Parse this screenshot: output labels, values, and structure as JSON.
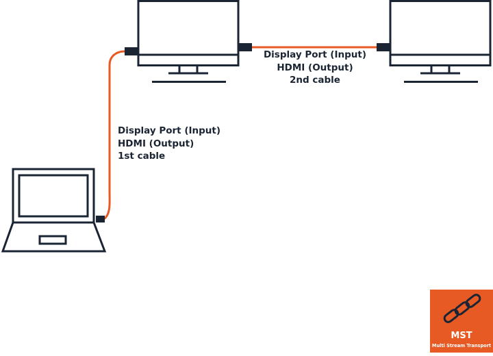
{
  "colors": {
    "outline": "#1a2433",
    "cable": "#e85a24",
    "badge_background": "#e85a24",
    "badge_text": "#ffffff"
  },
  "devices": {
    "laptop": {
      "name": "laptop-icon"
    },
    "monitor_1": {
      "name": "monitor-icon"
    },
    "monitor_2": {
      "name": "monitor-icon"
    }
  },
  "cables": [
    {
      "lines": [
        "Display Port (Input)",
        "HDMI (Output)",
        "1st cable"
      ]
    },
    {
      "lines": [
        "Display Port (Input)",
        "HDMI (Output)",
        "2nd cable"
      ]
    }
  ],
  "badge": {
    "icon": "chain-link-icon",
    "title": "MST",
    "subtitle": "Multi Stream Transport"
  }
}
